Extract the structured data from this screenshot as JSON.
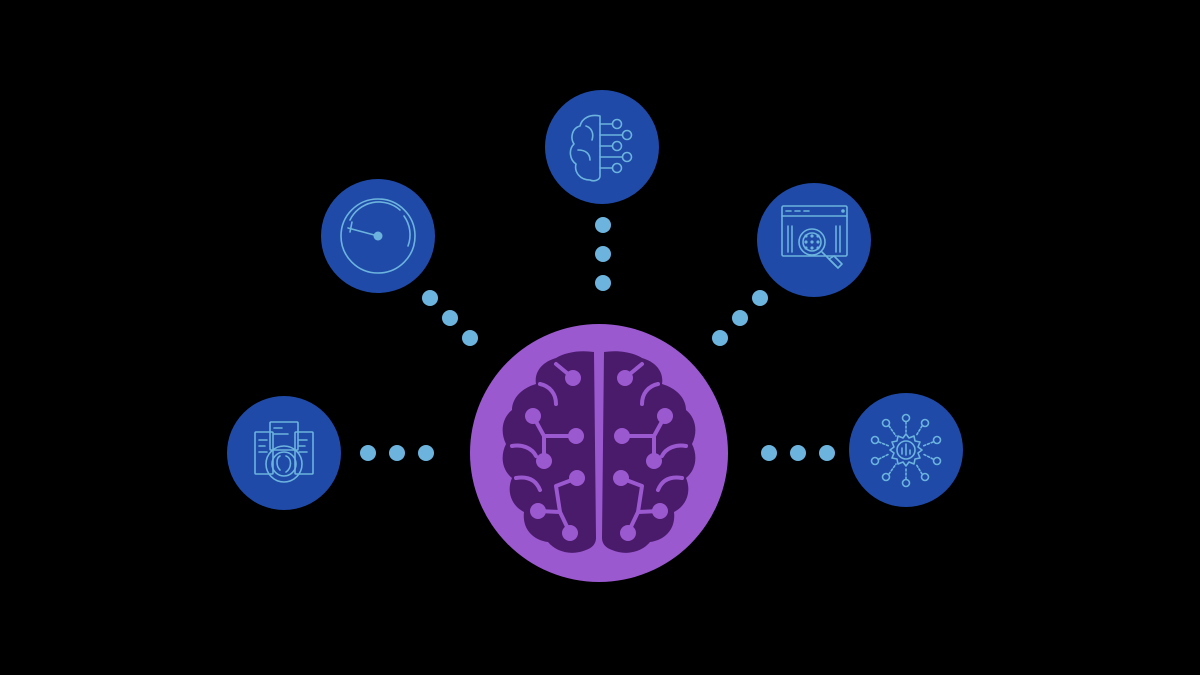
{
  "colors": {
    "background": "#000000",
    "hub_fill": "#9b59d0",
    "hub_brain": "#4a1a6b",
    "node_fill": "#1f4aa8",
    "icon_stroke": "#6cb4de",
    "connector_dot": "#6cb4de"
  },
  "hub": {
    "icon": "brain-circuit-icon"
  },
  "nodes": [
    {
      "id": "top",
      "icon": "brain-network-icon"
    },
    {
      "id": "upper-left",
      "icon": "gauge-icon"
    },
    {
      "id": "upper-right",
      "icon": "code-search-icon"
    },
    {
      "id": "left",
      "icon": "server-gear-icon"
    },
    {
      "id": "right",
      "icon": "gear-network-icon"
    }
  ]
}
